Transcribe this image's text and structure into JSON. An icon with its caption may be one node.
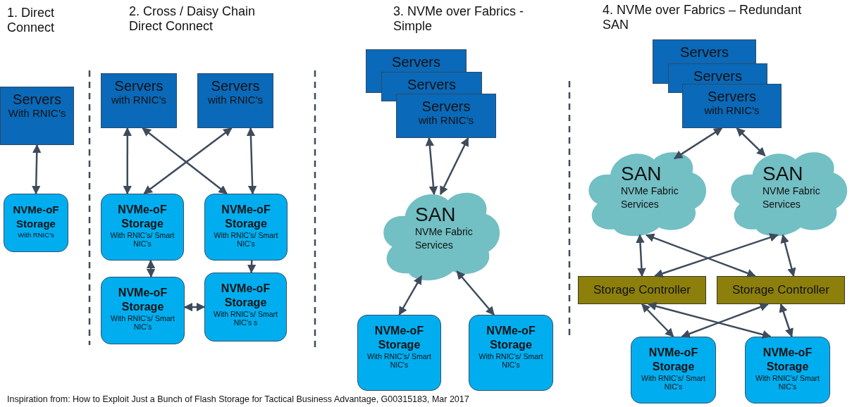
{
  "diagram": {
    "caption": "Inspiration from: How to Exploit Just a Bunch of Flash Storage for Tactical Business Advantage, G00315183, Mar 2017",
    "nodes": [
      {
        "text": [
          "Servers",
          "With RNIC’s"
        ]
      },
      {
        "text": [
          "NVMe-oF Storage",
          "With RNIC’s"
        ]
      },
      {
        "text": [
          "Servers",
          "with RNIC’s"
        ]
      },
      {
        "text": [
          "Servers",
          "with RNIC’s"
        ]
      },
      {
        "text": [
          "NVMe-oF Storage",
          "With RNIC’s/ Smart NIC’s"
        ]
      },
      {
        "text": [
          "NVMe-oF Storage",
          "With RNIC’s/ Smart NIC’s"
        ]
      },
      {
        "text": [
          "NVMe-oF Storage",
          "With RNIC’s/ Smart NIC’s"
        ]
      },
      {
        "text": [
          "NVMe-oF Storage",
          "With RNIC’s/ Smart NIC’s s"
        ]
      },
      {
        "text": [
          "Servers"
        ]
      },
      {
        "text": [
          "Servers"
        ]
      },
      {
        "text": [
          "Servers",
          "with RNIC’s"
        ]
      },
      {
        "text": [
          "SAN",
          "NVMe Fabric Services"
        ]
      },
      {
        "text": [
          "NVMe-oF Storage",
          "With RNIC’s/ Smart NIC’s"
        ]
      },
      {
        "text": [
          "NVMe-oF Storage",
          "With RNIC’s/ Smart NIC’s"
        ]
      },
      {
        "text": [
          "Servers"
        ]
      },
      {
        "text": [
          "Servers"
        ]
      },
      {
        "text": [
          "Servers",
          "with RNIC’s"
        ]
      },
      {
        "text": [
          "SAN",
          "NVMe Fabric Services"
        ]
      },
      {
        "text": [
          "SAN",
          "NVMe Fabric Services"
        ]
      },
      {
        "text": [
          "Storage Controller"
        ]
      },
      {
        "text": [
          "Storage Controller"
        ]
      },
      {
        "text": [
          "NVMe-oF Storage",
          "With RNIC’s/ Smart NIC’s"
        ]
      },
      {
        "text": [
          "NVMe-oF Storage",
          "With RNIC’s/ Smart NIC’s"
        ]
      }
    ],
    "edges": [
      {
        "from": 0,
        "to": 1,
        "arrow": "both"
      },
      {
        "from": 2,
        "to": 4,
        "arrow": "both"
      },
      {
        "from": 2,
        "to": 5,
        "arrow": "both"
      },
      {
        "from": 3,
        "to": 4,
        "arrow": "both"
      },
      {
        "from": 3,
        "to": 5,
        "arrow": "both"
      },
      {
        "from": 4,
        "to": 6,
        "arrow": "both"
      },
      {
        "from": 5,
        "to": 7,
        "arrow": "to"
      },
      {
        "from": 6,
        "to": 7,
        "arrow": "both"
      },
      {
        "from": 10,
        "to": 11,
        "arrow": "both"
      },
      {
        "from": 10,
        "to": 11,
        "arrow": "both"
      },
      {
        "from": 11,
        "to": 12,
        "arrow": "both"
      },
      {
        "from": 11,
        "to": 13,
        "arrow": "both"
      },
      {
        "from": 16,
        "to": 17,
        "arrow": "both"
      },
      {
        "from": 16,
        "to": 18,
        "arrow": "both"
      },
      {
        "from": 17,
        "to": 19,
        "arrow": "both"
      },
      {
        "from": 17,
        "to": 20,
        "arrow": "both"
      },
      {
        "from": 18,
        "to": 19,
        "arrow": "both"
      },
      {
        "from": 18,
        "to": 20,
        "arrow": "both"
      },
      {
        "from": 19,
        "to": 21,
        "arrow": "both"
      },
      {
        "from": 19,
        "to": 22,
        "arrow": "both"
      },
      {
        "from": 20,
        "to": 21,
        "arrow": "both"
      },
      {
        "from": 20,
        "to": 22,
        "arrow": "both"
      }
    ],
    "labels": [
      "1. Direct Connect",
      "2. Cross / Daisy Chain Direct Connect",
      "3. NVMe over Fabrics - Simple",
      "4. NVMe over Fabrics – Redundant SAN"
    ]
  }
}
